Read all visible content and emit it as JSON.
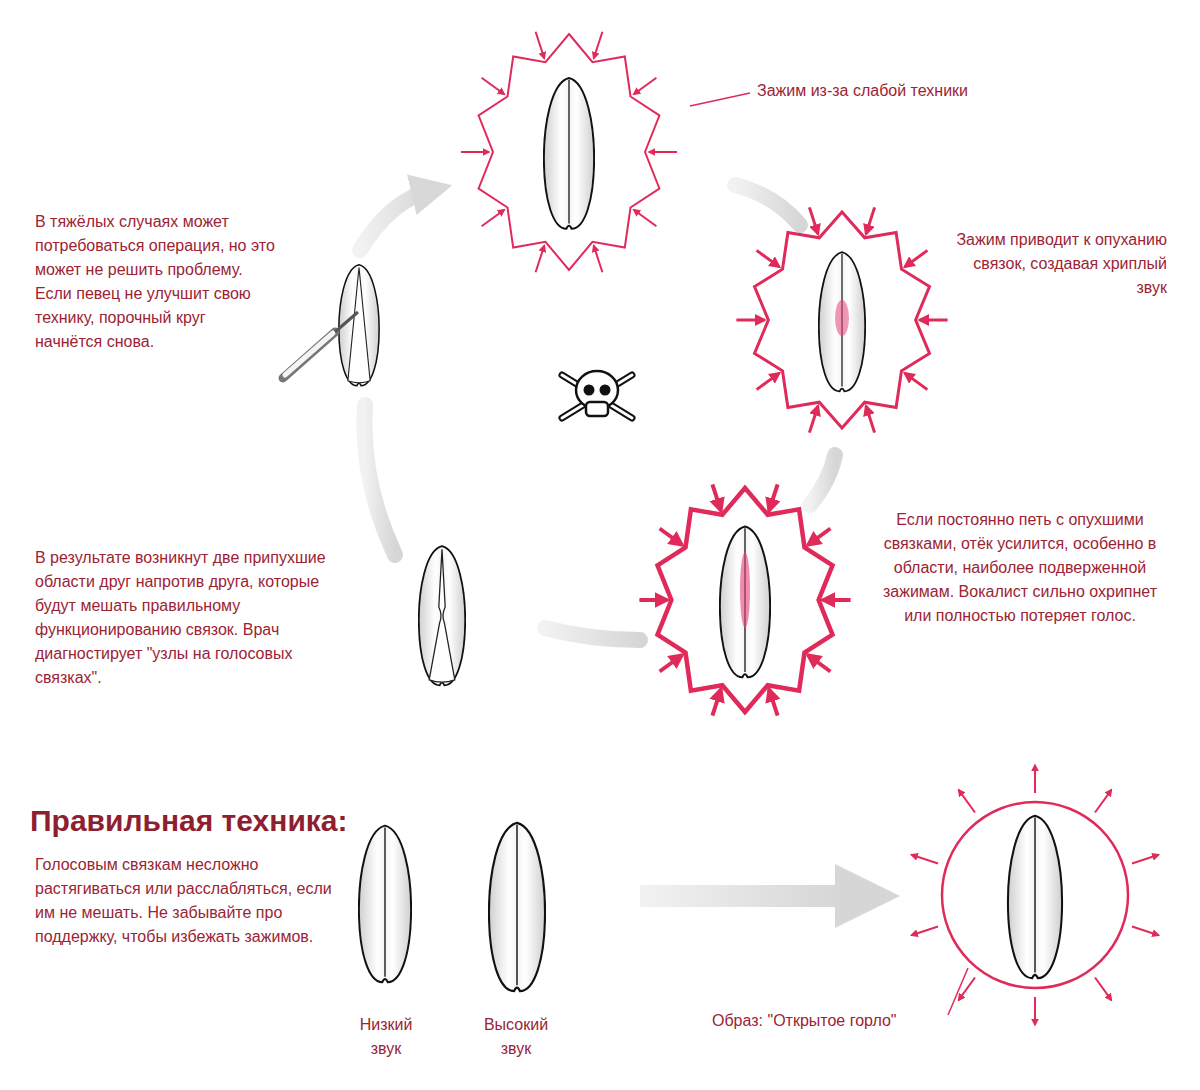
{
  "diagram": {
    "title": "Правильная техника:",
    "labels": [
      "Зажим из-за слабой техники",
      "В тяжёлых случаях может потребоваться операция, но это может не решить проблему. Если певец не улучшит свою технику, порочный круг начнётся снова.",
      "Зажим приводит к опуханию связок, создавая хриплый звук",
      "Если постоянно петь с опухшими связками, отёк усилится, особенно в области, наиболее подверженной зажимам. Вокалист сильно охрипнет или полностью потеряет голос.",
      "В результате возникнут две припухшие области друг напротив друга, которые будут мешать правильному функционированию связок. Врач диагностирует \"узлы на голосовых связках\".",
      "Голосовым связкам несложно растягиваться или расслабляться, если им не мешать. Не забывайте про поддержку, чтобы избежать зажимов.",
      "Низкий звук",
      "Высокий звук",
      "Образ: \"Открытое горло\""
    ]
  }
}
